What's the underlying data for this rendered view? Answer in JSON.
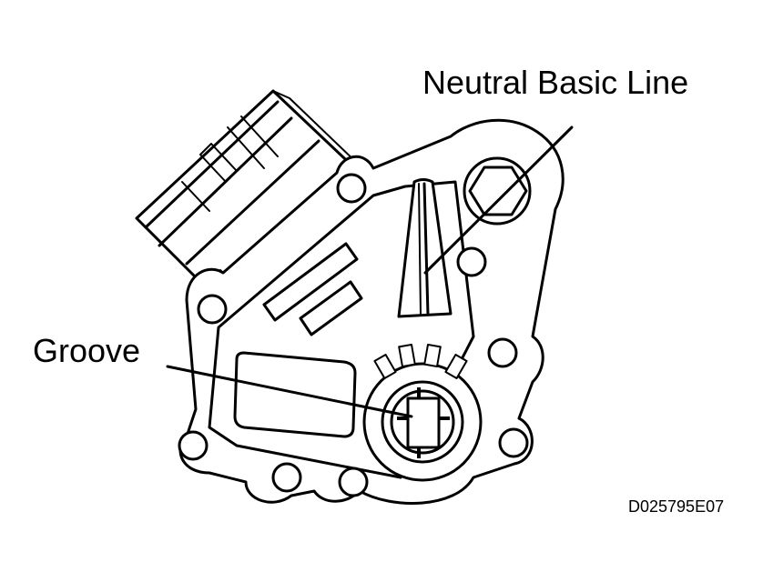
{
  "labels": {
    "neutral_basic_line": "Neutral Basic Line",
    "groove": "Groove",
    "figure_code": "D025795E07"
  },
  "colors": {
    "ink": "#000000",
    "paper": "#ffffff"
  }
}
